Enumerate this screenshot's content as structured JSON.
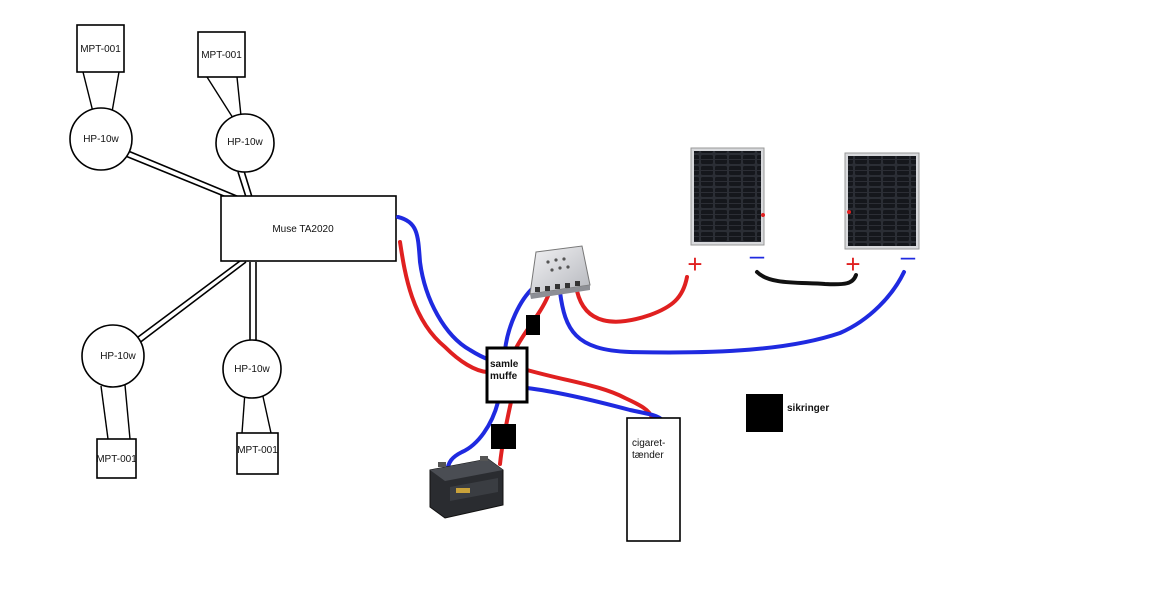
{
  "amplifier": {
    "label": "Muse TA2020"
  },
  "speakers": [
    {
      "label": "HP-10w"
    },
    {
      "label": "HP-10w"
    },
    {
      "label": "HP-10w"
    },
    {
      "label": "HP-10w"
    }
  ],
  "tweeters": [
    {
      "label": "MPT-001"
    },
    {
      "label": "MPT-001"
    },
    {
      "label": "MPT-001"
    },
    {
      "label": "MPT-001"
    }
  ],
  "junction": {
    "line1": "samle",
    "line2": "muffe"
  },
  "lighter": {
    "line1": "cigaret-",
    "line2": "tænder"
  },
  "fuses": {
    "label": "sikringer"
  },
  "panel_terminals": {
    "plus": "+",
    "minus": "–"
  },
  "colors": {
    "positive_wire": "#e02020",
    "negative_wire": "#1f2ae0",
    "fuse": "#000000"
  },
  "icons": {
    "solar_panel": "solar-panel-icon",
    "charge_controller": "charge-controller-icon",
    "battery": "battery-icon"
  }
}
